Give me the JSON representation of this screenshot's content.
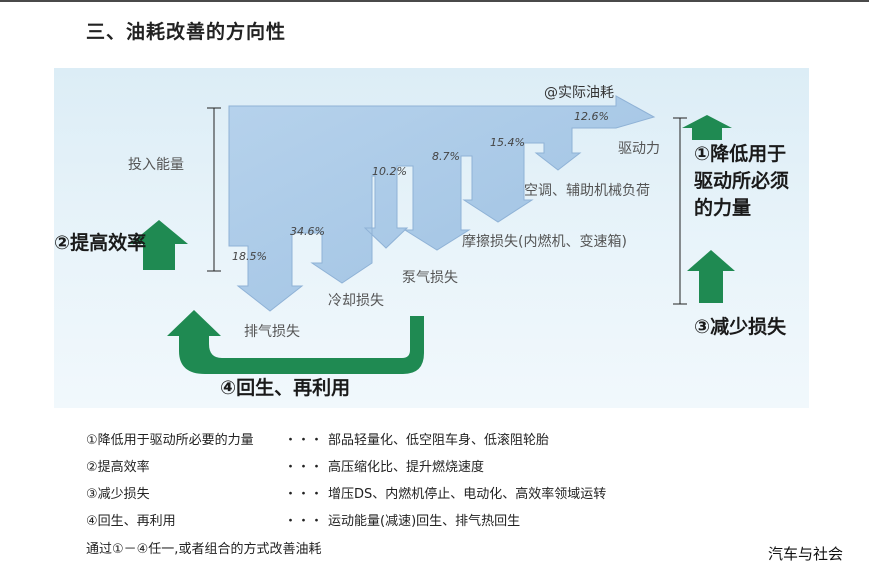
{
  "title": "三、油耗改善的方向性",
  "diagram": {
    "actual_fuel": "@实际油耗",
    "input_energy": "投入能量",
    "drive_force": "驱动力",
    "ac_aux": "空调、辅助机械负荷",
    "friction_loss": "摩擦损失(内燃机、变速箱)",
    "pump_loss": "泵气损失",
    "cooling_loss": "冷却损失",
    "exhaust_loss": "排气损失",
    "pct_drive": "12.6%",
    "pct_ac": "15.4%",
    "pct_friction": "8.7%",
    "pct_pump": "10.2%",
    "pct_cooling": "34.6%",
    "pct_exhaust": "18.5%",
    "label_reduce_drive_1": "①降低用于",
    "label_reduce_drive_2": "驱动所必须",
    "label_reduce_drive_3": "的力量",
    "label_efficiency": "②提高效率",
    "label_reduce_loss": "③减少损失",
    "label_regen": "④回生、再利用",
    "colors": {
      "flow": "#a9c9e6",
      "flow_edge": "#87acd2",
      "arrow_green": "#1f8a52"
    }
  },
  "legend": [
    {
      "name": "①降低用于驱动所必要的力量",
      "dots": "・・・",
      "desc": "部品轻量化、低空阻车身、低滚阻轮胎"
    },
    {
      "name": "②提高效率",
      "dots": "・・・",
      "desc": "高压缩化比、提升燃烧速度"
    },
    {
      "name": "③减少损失",
      "dots": "・・・",
      "desc": "增压DS、内燃机停止、电动化、高效率领域运转"
    },
    {
      "name": "④回生、再利用",
      "dots": "・・・",
      "desc": "运动能量(减速)回生、排气热回生"
    }
  ],
  "footer": "通过①－④任一,或者组合的方式改善油耗",
  "brand": "汽车与社会"
}
